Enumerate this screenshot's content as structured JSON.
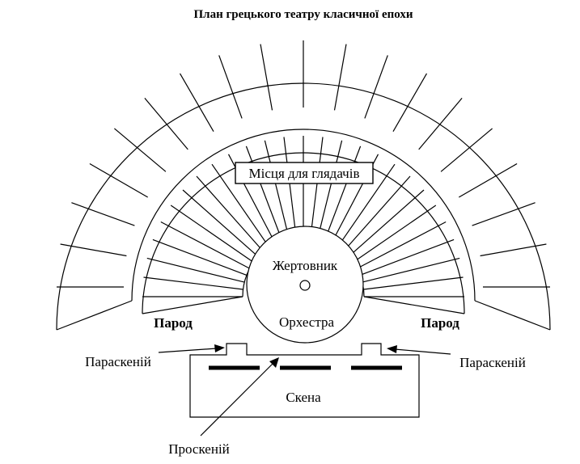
{
  "title": "План грецького театру класичної епохи",
  "labels": {
    "seats": "Місця для глядачів",
    "altar": "Жертовник",
    "orchestra": "Орхестра",
    "parod_left": "Парод",
    "parod_right": "Парод",
    "paraskenion_left": "Параскеній",
    "paraskenion_right": "Параскеній",
    "skene": "Скена",
    "proskenion": "Проскеній"
  },
  "colors": {
    "ink": "#000000",
    "paper": "#ffffff"
  }
}
